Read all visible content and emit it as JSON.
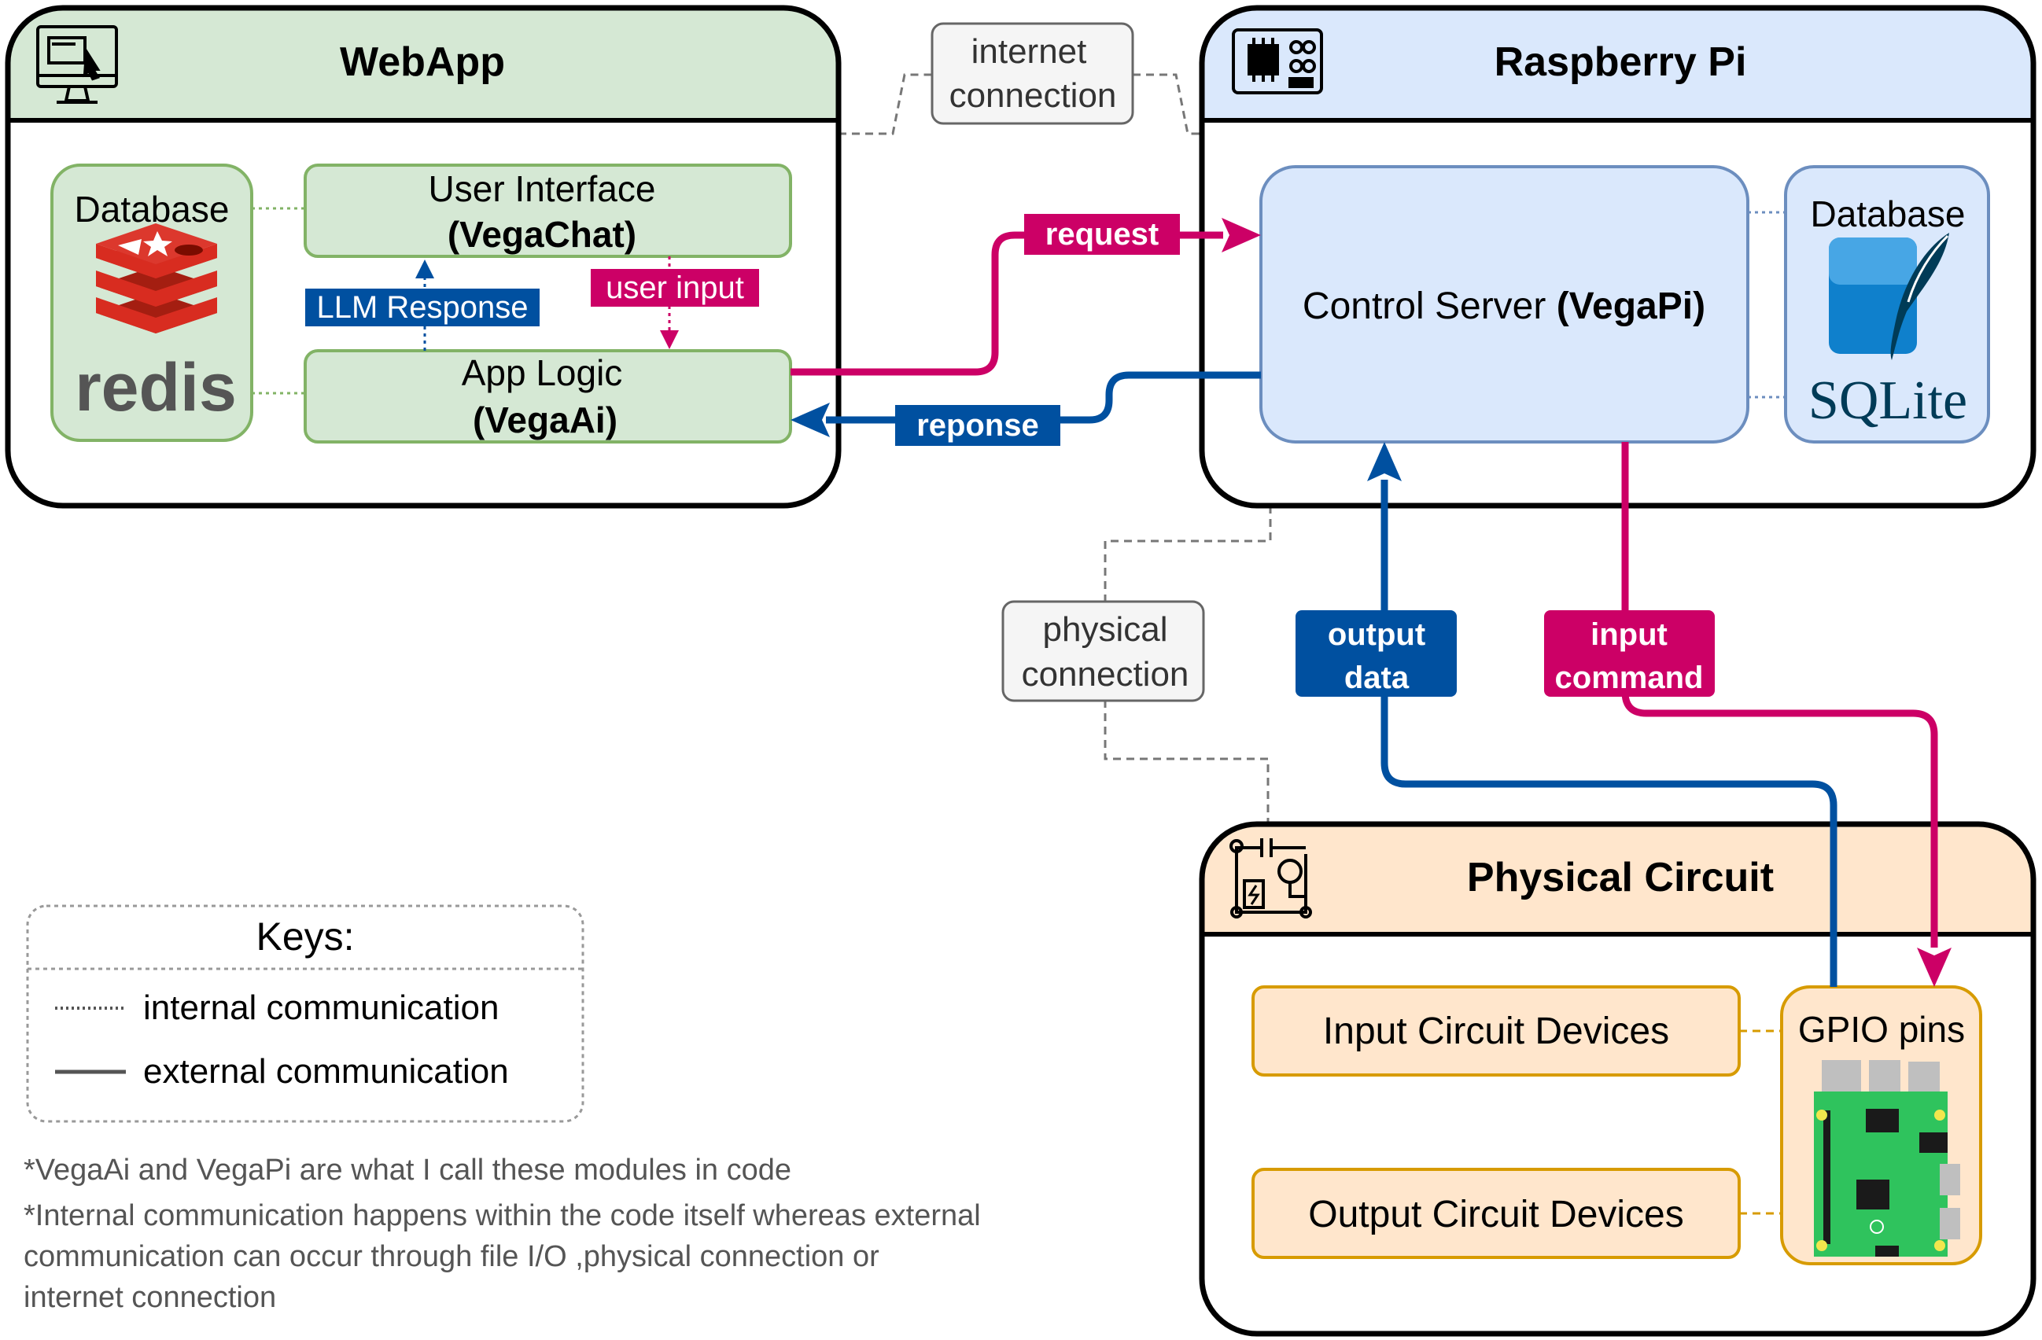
{
  "webapp": {
    "title": "WebApp",
    "database_label": "Database",
    "redis_label": "redis",
    "ui_box": {
      "line1": "User Interface",
      "line2": "(VegaChat)"
    },
    "logic_box": {
      "line1": "App Logic",
      "line2": "(VegaAi)"
    },
    "llm_response_label": "LLM Response",
    "user_input_label": "user input",
    "icon": "monitor-icon"
  },
  "raspberry_pi": {
    "title": "Raspberry Pi",
    "control_server": {
      "prefix": "Control Server ",
      "bold": "(VegaPi)"
    },
    "database_label": "Database",
    "sqlite_label": "SQLite",
    "icon": "circuit-board-icon"
  },
  "physical_circuit": {
    "title": "Physical Circuit",
    "input_devices": "Input Circuit Devices",
    "output_devices": "Output Circuit Devices",
    "gpio_label": "GPIO pins",
    "icon": "circuit-schematic-icon"
  },
  "connections": {
    "internet": {
      "line1": "internet",
      "line2": "connection"
    },
    "physical": {
      "line1": "physical",
      "line2": "connection"
    },
    "request": "request",
    "response": "reponse",
    "output_data": {
      "line1": "output",
      "line2": "data"
    },
    "input_command": {
      "line1": "input",
      "line2": "command"
    }
  },
  "keys": {
    "title": "Keys:",
    "internal": "internal communication",
    "external": "external communication"
  },
  "notes": [
    "*VegaAi and VegaPi are what I call these modules in code",
    "*Internal communication happens within the code itself whereas external",
    "communication can occur through file I/O ,physical connection or",
    "internet connection"
  ],
  "colors": {
    "webapp_header": "#d5e8d4",
    "webapp_box_stroke": "#82b366",
    "pi_fill": "#dae8fc",
    "pi_stroke": "#6c8ebf",
    "circuit_fill": "#ffe6cc",
    "circuit_stroke": "#d79b00",
    "magenta": "#cc0066",
    "blue": "#0050a0",
    "redis_red": "#d82c20",
    "sqlite_blue": "#0f80cc",
    "raspi_green": "#2fc35d"
  }
}
